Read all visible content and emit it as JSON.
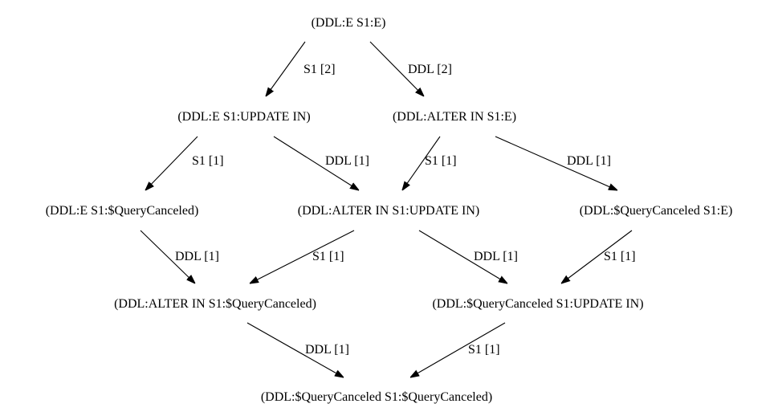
{
  "nodes": {
    "n0": "(DDL:E S1:E)",
    "n1": "(DDL:E S1:UPDATE IN)",
    "n2": "(DDL:ALTER IN S1:E)",
    "n3": "(DDL:E S1:$QueryCanceled)",
    "n4": "(DDL:ALTER IN S1:UPDATE IN)",
    "n5": "(DDL:$QueryCanceled S1:E)",
    "n6": "(DDL:ALTER IN S1:$QueryCanceled)",
    "n7": "(DDL:$QueryCanceled S1:UPDATE IN)",
    "n8": "(DDL:$QueryCanceled S1:$QueryCanceled)"
  },
  "edges": {
    "e0": "S1 [2]",
    "e1": "DDL [2]",
    "e2": "S1 [1]",
    "e3": "DDL [1]",
    "e4": "S1 [1]",
    "e5": "DDL [1]",
    "e6": "DDL [1]",
    "e7": "S1 [1]",
    "e8": "DDL [1]",
    "e9": "S1 [1]",
    "e10": "DDL [1]",
    "e11": "S1 [1]"
  }
}
